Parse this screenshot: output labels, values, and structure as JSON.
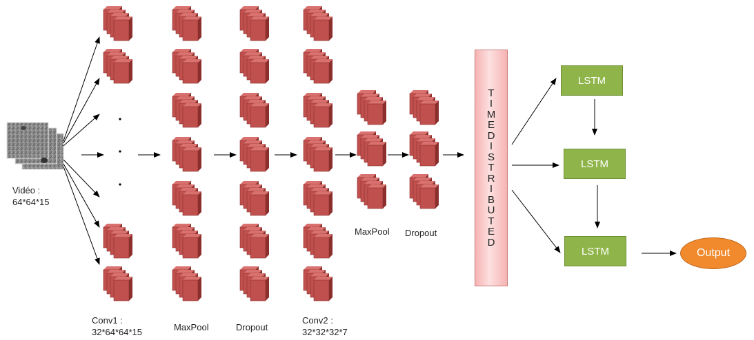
{
  "input": {
    "label_line1": "Vidéo :",
    "label_line2": "64*64*15"
  },
  "stages": {
    "conv1": "Conv1 :\n32*64*64*15",
    "maxpool1": "MaxPool",
    "dropout1": "Dropout",
    "conv2": "Conv2 :\n32*32*32*7",
    "maxpool2": "MaxPool",
    "dropout2": "Dropout"
  },
  "timedistributed": {
    "letters": [
      "T",
      "I",
      "M",
      "E",
      "D",
      "I",
      "S",
      "T",
      "R",
      "I",
      "B",
      "U",
      "T",
      "E",
      "D"
    ]
  },
  "lstm_labels": [
    "LSTM",
    "LSTM",
    "LSTM"
  ],
  "output_label": "Output",
  "colors": {
    "cube": "#c0504d",
    "cube_dark": "#8b2f2d",
    "lstm": "#8fb54a",
    "output": "#f08a2c",
    "timedistributed": "#f6b3b3"
  }
}
